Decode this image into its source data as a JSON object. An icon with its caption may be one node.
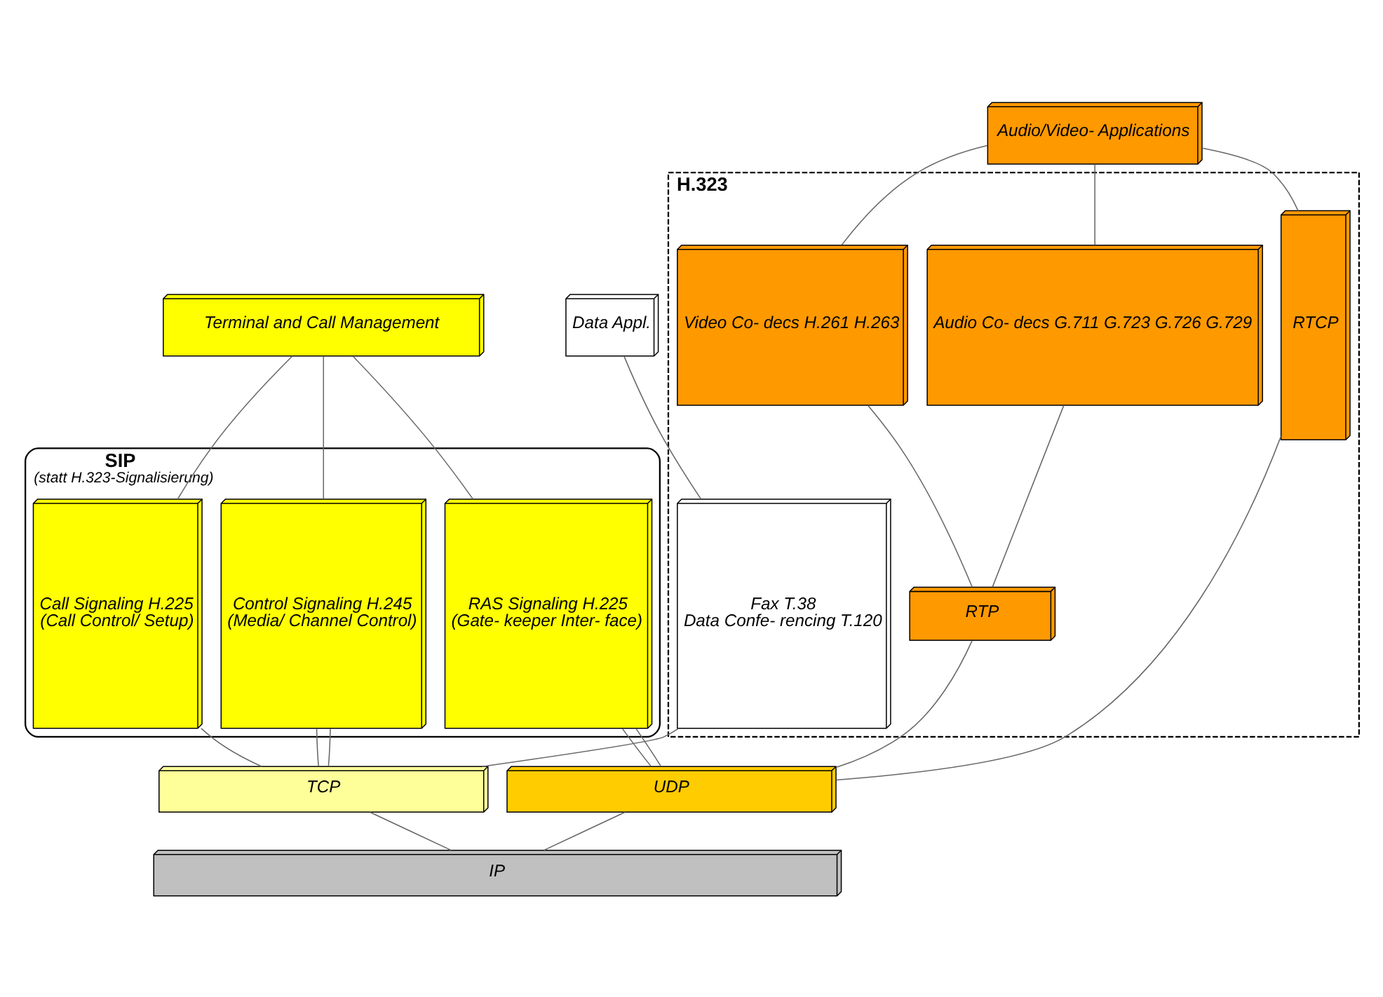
{
  "diagram": {
    "nodes": [
      {
        "text": [
          "Data Appl."
        ]
      },
      {
        "text": [
          "Terminal and Call Management"
        ]
      },
      {
        "text": [
          "Audio/Video- Applications"
        ]
      },
      {
        "text": [
          "SIP",
          "(statt H.323-Signalisierung)"
        ]
      },
      {
        "text": [
          "H.323"
        ]
      },
      {
        "text": [
          "Fax T.38",
          "Data Confe- rencing T.120"
        ],
        "in": 4
      },
      {
        "text": [
          "Control Signaling H.245",
          "(Media/ Channel Control)"
        ],
        "in": 3
      },
      {
        "text": [
          "Call Signaling H.225",
          "(Call Control/ Setup)"
        ],
        "in": 3
      },
      {
        "text": [
          "RAS Signaling H.225",
          "(Gate- keeper Inter- face)"
        ],
        "in": 3
      },
      {
        "text": [
          "RTCP"
        ],
        "in": 4
      },
      {
        "text": [
          "Audio Co- decs G.711 G.723 G.726 G.729"
        ],
        "in": 4
      },
      {
        "text": [
          "Video Co- decs H.261 H.263"
        ],
        "in": 4
      },
      {
        "text": [
          "RTP"
        ],
        "in": 4
      },
      {
        "text": [
          "TCP"
        ]
      },
      {
        "text": [
          "UDP"
        ]
      },
      {
        "text": [
          "IP"
        ]
      }
    ],
    "edges": [
      {
        "from": 0,
        "to": 5,
        "arrow": "none"
      },
      {
        "from": 1,
        "to": 6,
        "arrow": "none"
      },
      {
        "from": 1,
        "to": 7,
        "arrow": "none"
      },
      {
        "from": 1,
        "to": 8,
        "arrow": "none"
      },
      {
        "from": 2,
        "to": 9,
        "arrow": "none"
      },
      {
        "from": 2,
        "to": 10,
        "arrow": "none"
      },
      {
        "from": 2,
        "to": 11,
        "arrow": "none"
      },
      {
        "from": 10,
        "to": 12,
        "arrow": "none"
      },
      {
        "from": 11,
        "to": 12,
        "arrow": "none"
      },
      {
        "from": 5,
        "to": 13,
        "arrow": "none"
      },
      {
        "from": 6,
        "to": 13,
        "arrow": "none"
      },
      {
        "from": 6,
        "to": 13,
        "arrow": "none"
      },
      {
        "from": 7,
        "to": 13,
        "arrow": "none"
      },
      {
        "from": 8,
        "to": 14,
        "arrow": "none"
      },
      {
        "from": 8,
        "to": 14,
        "arrow": "none"
      },
      {
        "from": 9,
        "to": 14,
        "arrow": "none"
      },
      {
        "from": 12,
        "to": 14,
        "arrow": "none"
      },
      {
        "from": 13,
        "to": 15,
        "arrow": "none"
      },
      {
        "from": 14,
        "to": 15,
        "arrow": "none"
      }
    ]
  }
}
